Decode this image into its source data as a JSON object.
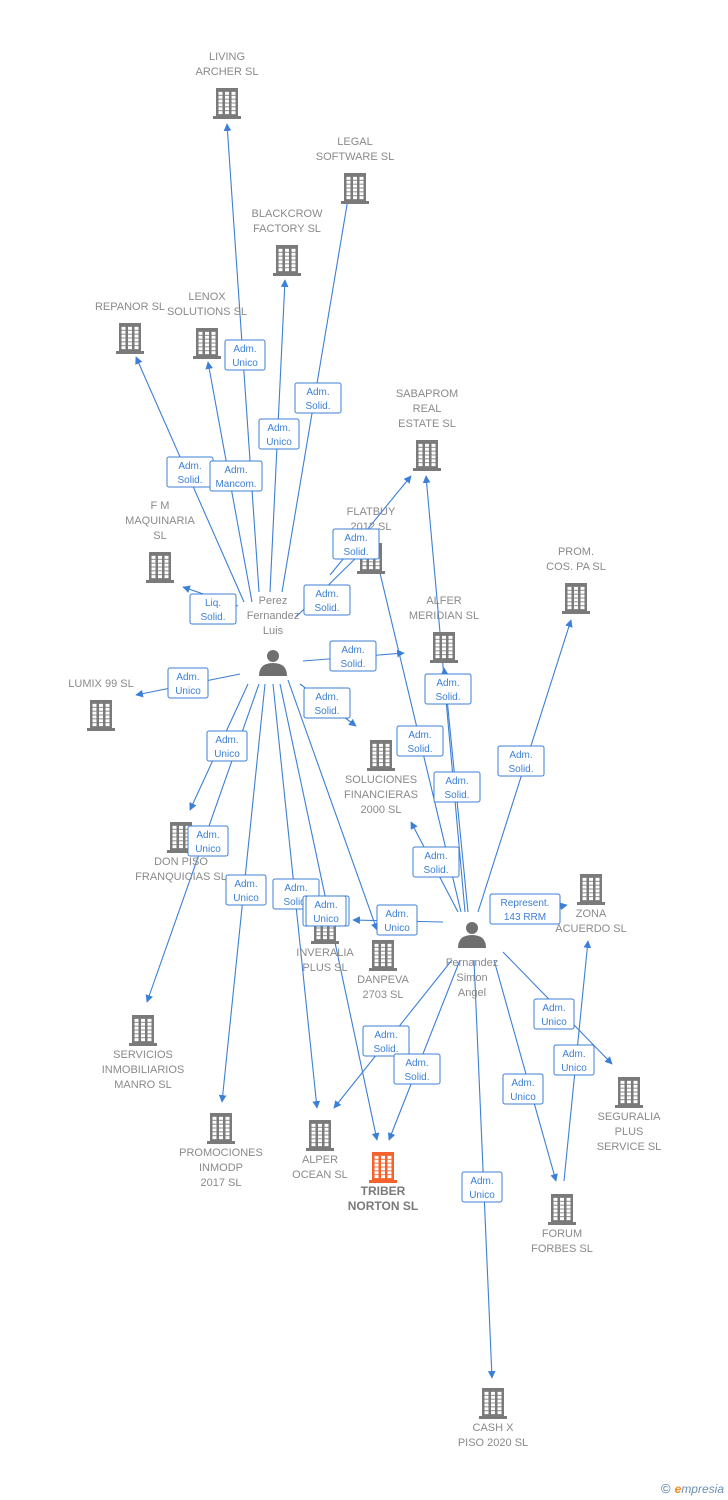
{
  "watermark": {
    "symbol": "©",
    "brand_first": "e",
    "brand_rest": "mpresia"
  },
  "colors": {
    "edge": "#3c7fd6",
    "company": "#7a7a7a",
    "highlight": "#f4622e",
    "person": "#6f6f6f",
    "label": "#8a8a8a"
  },
  "nodes": [
    {
      "id": "living",
      "type": "company",
      "lines": [
        "LIVING",
        "ARCHER  SL"
      ]
    },
    {
      "id": "legal",
      "type": "company",
      "lines": [
        "LEGAL",
        "SOFTWARE  SL"
      ]
    },
    {
      "id": "blackcrow",
      "type": "company",
      "lines": [
        "BLACKCROW",
        "FACTORY  SL"
      ]
    },
    {
      "id": "repanor",
      "type": "company",
      "lines": [
        "REPANOR  SL"
      ]
    },
    {
      "id": "lenox",
      "type": "company",
      "lines": [
        "LENOX",
        "SOLUTIONS  SL"
      ]
    },
    {
      "id": "sabaprom",
      "type": "company",
      "lines": [
        "SABAPROM",
        "REAL",
        "ESTATE  SL"
      ]
    },
    {
      "id": "fm",
      "type": "company",
      "lines": [
        "F M",
        "MAQUINARIA",
        "SL"
      ]
    },
    {
      "id": "flatbuy",
      "type": "company",
      "lines": [
        "FLATBUY",
        "2012 SL"
      ]
    },
    {
      "id": "prom",
      "type": "company",
      "lines": [
        "PROM.",
        "COS. PA  SL"
      ]
    },
    {
      "id": "alfer",
      "type": "company",
      "lines": [
        "ALFER",
        "MERIDIAN  SL"
      ]
    },
    {
      "id": "lumix",
      "type": "company",
      "lines": [
        "LUMIX 99 SL"
      ]
    },
    {
      "id": "soluciones",
      "type": "company",
      "lines": [
        "SOLUCIONES",
        "FINANCIERAS",
        "2000 SL"
      ]
    },
    {
      "id": "donpiso",
      "type": "company",
      "lines": [
        "DON PISO",
        "FRANQUICIAS SL"
      ]
    },
    {
      "id": "zona",
      "type": "company",
      "lines": [
        "ZONA",
        "ACUERDO  SL"
      ]
    },
    {
      "id": "inveralia",
      "type": "company",
      "lines": [
        "INVERALIA",
        "PLUS SL"
      ]
    },
    {
      "id": "danpeva",
      "type": "company",
      "lines": [
        "DANPEVA",
        "2703 SL"
      ]
    },
    {
      "id": "servicios",
      "type": "company",
      "lines": [
        "SERVICIOS",
        "INMOBILIARIOS",
        "MANRO  SL"
      ]
    },
    {
      "id": "seguralia",
      "type": "company",
      "lines": [
        "SEGURALIA",
        "PLUS",
        "SERVICE  SL"
      ]
    },
    {
      "id": "promociones",
      "type": "company",
      "lines": [
        "PROMOCIONES",
        "INMODP",
        "2017  SL"
      ]
    },
    {
      "id": "alper",
      "type": "company",
      "lines": [
        "ALPER",
        "OCEAN  SL"
      ]
    },
    {
      "id": "triber",
      "type": "highlight",
      "lines": [
        "TRIBER",
        "NORTON  SL"
      ]
    },
    {
      "id": "forum",
      "type": "company",
      "lines": [
        "FORUM",
        "FORBES SL"
      ]
    },
    {
      "id": "cashx",
      "type": "company",
      "lines": [
        "CASH X",
        "PISO 2020  SL"
      ]
    },
    {
      "id": "perez",
      "type": "person",
      "lines": [
        "Perez",
        "Fernandez",
        "Luis"
      ]
    },
    {
      "id": "fernandez",
      "type": "person",
      "lines": [
        "Fernandez",
        "Simon",
        "Angel"
      ]
    }
  ],
  "edges": [
    {
      "from": "perez",
      "to": "living",
      "label": [
        "Adm.",
        "Unico"
      ]
    },
    {
      "from": "perez",
      "to": "legal",
      "label": [
        "Adm.",
        "Solid."
      ]
    },
    {
      "from": "perez",
      "to": "blackcrow",
      "label": [
        "Adm.",
        "Unico"
      ]
    },
    {
      "from": "perez",
      "to": "repanor",
      "label": [
        "Adm.",
        "Solid."
      ]
    },
    {
      "from": "perez",
      "to": "lenox",
      "label": [
        "Adm.",
        "Mancom."
      ]
    },
    {
      "from": "perez",
      "to": "fm",
      "label": [
        "Liq.",
        "Solid."
      ]
    },
    {
      "from": "perez",
      "to": "sabaprom",
      "label": [
        "Adm.",
        "Solid."
      ]
    },
    {
      "from": "perez",
      "to": "flatbuy",
      "label": [
        "Adm.",
        "Solid."
      ]
    },
    {
      "from": "perez",
      "to": "alfer",
      "label": [
        "Adm.",
        "Solid."
      ]
    },
    {
      "from": "perez",
      "to": "lumix",
      "label": [
        "Adm.",
        "Unico"
      ]
    },
    {
      "from": "perez",
      "to": "soluciones",
      "label": [
        "Adm.",
        "Solid."
      ]
    },
    {
      "from": "perez",
      "to": "donpiso",
      "label": [
        "Adm.",
        "Unico"
      ]
    },
    {
      "from": "perez",
      "to": "servicios",
      "label": [
        "Adm.",
        "Unico"
      ]
    },
    {
      "from": "perez",
      "to": "promociones",
      "label": [
        "Adm.",
        "Unico"
      ]
    },
    {
      "from": "perez",
      "to": "alper",
      "label": [
        "Adm.",
        "Solid."
      ]
    },
    {
      "from": "perez",
      "to": "triber",
      "label": [
        "Adm.",
        "Solid."
      ]
    },
    {
      "from": "perez",
      "to": "danpeva",
      "label": [
        "Adm.",
        "Unico"
      ]
    },
    {
      "from": "fernandez",
      "to": "sabaprom",
      "label": [
        "Adm.",
        "Solid."
      ]
    },
    {
      "from": "fernandez",
      "to": "flatbuy",
      "label": [
        "Adm.",
        "Solid."
      ]
    },
    {
      "from": "fernandez",
      "to": "alfer",
      "label": [
        "Adm.",
        "Solid."
      ]
    },
    {
      "from": "fernandez",
      "to": "prom",
      "label": [
        "Adm.",
        "Solid."
      ]
    },
    {
      "from": "fernandez",
      "to": "soluciones",
      "label": [
        "Adm.",
        "Solid."
      ]
    },
    {
      "from": "fernandez",
      "to": "zona",
      "label": [
        "Represent.",
        "143 RRM"
      ]
    },
    {
      "from": "fernandez",
      "to": "inveralia",
      "label": [
        "Adm.",
        "Unico"
      ]
    },
    {
      "from": "fernandez",
      "to": "seguralia",
      "label": [
        "Adm.",
        "Unico"
      ]
    },
    {
      "from": "fernandez",
      "to": "forum",
      "label": [
        "Adm.",
        "Unico"
      ]
    },
    {
      "from": "fernandez",
      "to": "alper",
      "label": [
        "Adm.",
        "Solid."
      ]
    },
    {
      "from": "fernandez",
      "to": "triber",
      "label": [
        "Adm.",
        "Solid."
      ]
    },
    {
      "from": "fernandez",
      "to": "cashx",
      "label": [
        "Adm.",
        "Unico"
      ]
    },
    {
      "from": "forum",
      "to": "zona",
      "label": [
        "Adm.",
        "Unico"
      ]
    }
  ]
}
